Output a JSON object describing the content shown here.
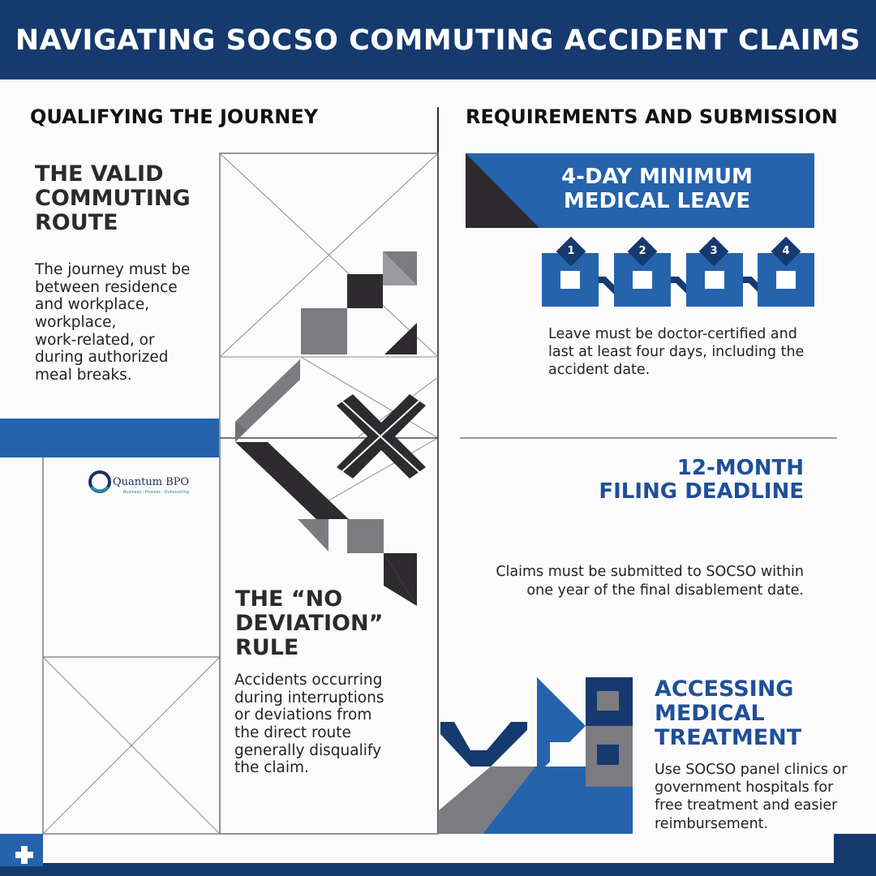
{
  "header": {
    "title": "NAVIGATING SOCSO COMMUTING ACCIDENT CLAIMS"
  },
  "left_section": {
    "heading": "QUALIFYING THE JOURNEY",
    "route": {
      "title_lines": [
        "THE VALID",
        "COMMUTING",
        "ROUTE"
      ],
      "body_lines": [
        "The journey must be",
        "between residence",
        "and workplace,",
        "workplace,",
        "work-related, or",
        "during authorized",
        "meal breaks."
      ]
    },
    "deviation": {
      "title_lines": [
        "THE “NO",
        "DEVIATION”",
        "RULE"
      ],
      "body_lines": [
        "Accidents occurring",
        "during interruptions",
        "or deviations from",
        "the direct route",
        "generally disqualify",
        "the claim."
      ]
    },
    "logo": {
      "name": "Quantum BPO",
      "tagline": "Business · Process · Outsourcing"
    }
  },
  "right_section": {
    "heading": "REQUIREMENTS AND SUBMISSION",
    "leave": {
      "banner_lines": [
        "4-DAY MINIMUM",
        "MEDICAL LEAVE"
      ],
      "steps": [
        "1",
        "2",
        "3",
        "4"
      ],
      "body_lines": [
        "Leave must be doctor-certified and",
        "last at least four days, including the",
        "accident date."
      ]
    },
    "deadline": {
      "title_lines": [
        "12-MONTH",
        "FILING DEADLINE"
      ],
      "body_lines": [
        "Claims must be submitted to SOCSO within",
        "one year of the final disablement date."
      ]
    },
    "treatment": {
      "title_lines": [
        "ACCESSING",
        "MEDICAL",
        "TREATMENT"
      ],
      "body_lines": [
        "Use SOCSO panel clinics or",
        "government hospitals for",
        "free treatment and easier",
        "reimbursement."
      ]
    }
  },
  "colors": {
    "navy": "#163a6e",
    "blue": "#2563ad",
    "title_blue": "#1f4f99",
    "dark": "#2d2b2e",
    "gray": "#7b7b80"
  },
  "icons": [
    "plus-icon",
    "quantum-logo-icon",
    "x-mark-icon"
  ]
}
